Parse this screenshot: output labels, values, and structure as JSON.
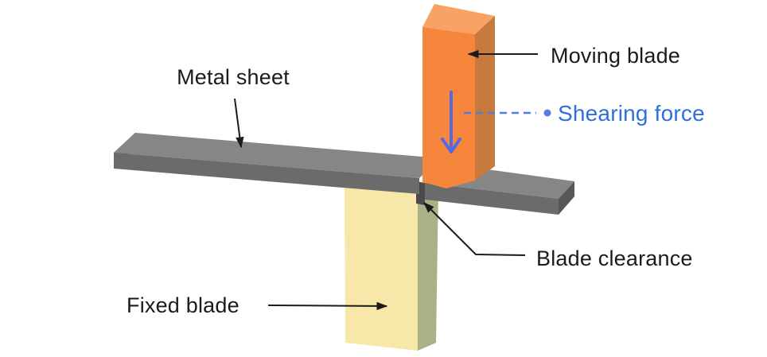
{
  "diagram": {
    "labels": {
      "metal_sheet": "Metal sheet",
      "moving_blade": "Moving blade",
      "shearing_force": "Shearing force",
      "blade_clearance": "Blade clearance",
      "fixed_blade": "Fixed blade"
    },
    "colors": {
      "background": "#ffffff",
      "label_text": "#1b1b1b",
      "arrow_black": "#1b1b1b",
      "shearing_force_text": "#2e6fdd",
      "force_arrow_blue": "#5568e0",
      "dashed_connector_blue": "#4e7ee2",
      "moving_blade_front": "#f6863c",
      "moving_blade_top": "#f9a265",
      "moving_blade_side": "#c8793c",
      "sheet_top": "#868686",
      "sheet_front": "#6b6b6b",
      "sheet_end": "#575757",
      "clearance_gap": "#4a4a4a",
      "fixed_blade_front": "#f7e8a9",
      "fixed_blade_side": "#abb086"
    }
  }
}
